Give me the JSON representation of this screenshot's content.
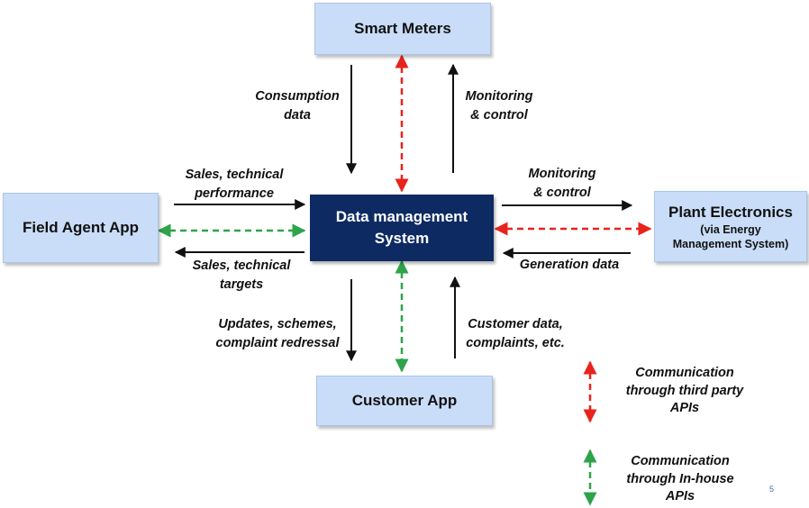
{
  "nodes": {
    "smart_meters": {
      "title": "Smart Meters"
    },
    "field_agent": {
      "title": "Field Agent App"
    },
    "dms": {
      "title_line1": "Data management",
      "title_line2": "System"
    },
    "plant": {
      "title": "Plant Electronics",
      "sub_line1": "(via Energy",
      "sub_line2": "Management System)"
    },
    "customer": {
      "title": "Customer App"
    }
  },
  "labels": {
    "consumption": [
      "Consumption",
      "data"
    ],
    "monitoring_top": [
      "Monitoring",
      "& control"
    ],
    "sales_perf": [
      "Sales, technical",
      "performance"
    ],
    "sales_targets": [
      "Sales, technical",
      "targets"
    ],
    "monitoring_right": [
      "Monitoring",
      "& control"
    ],
    "generation": [
      "Generation data"
    ],
    "updates": [
      "Updates, schemes,",
      "complaint redressal"
    ],
    "customer_data": [
      "Customer data,",
      "complaints, etc."
    ]
  },
  "legend": {
    "third_party": [
      "Communication",
      "through third party",
      "APIs"
    ],
    "in_house": [
      "Communication",
      "through In-house",
      "APIs"
    ]
  },
  "colors": {
    "third_party_api": "#e8231c",
    "in_house_api": "#2ea34a",
    "data_flow": "#111111",
    "center_fill": "#0d2a63",
    "node_fill": "#c9ddf8"
  },
  "page_number": "5"
}
